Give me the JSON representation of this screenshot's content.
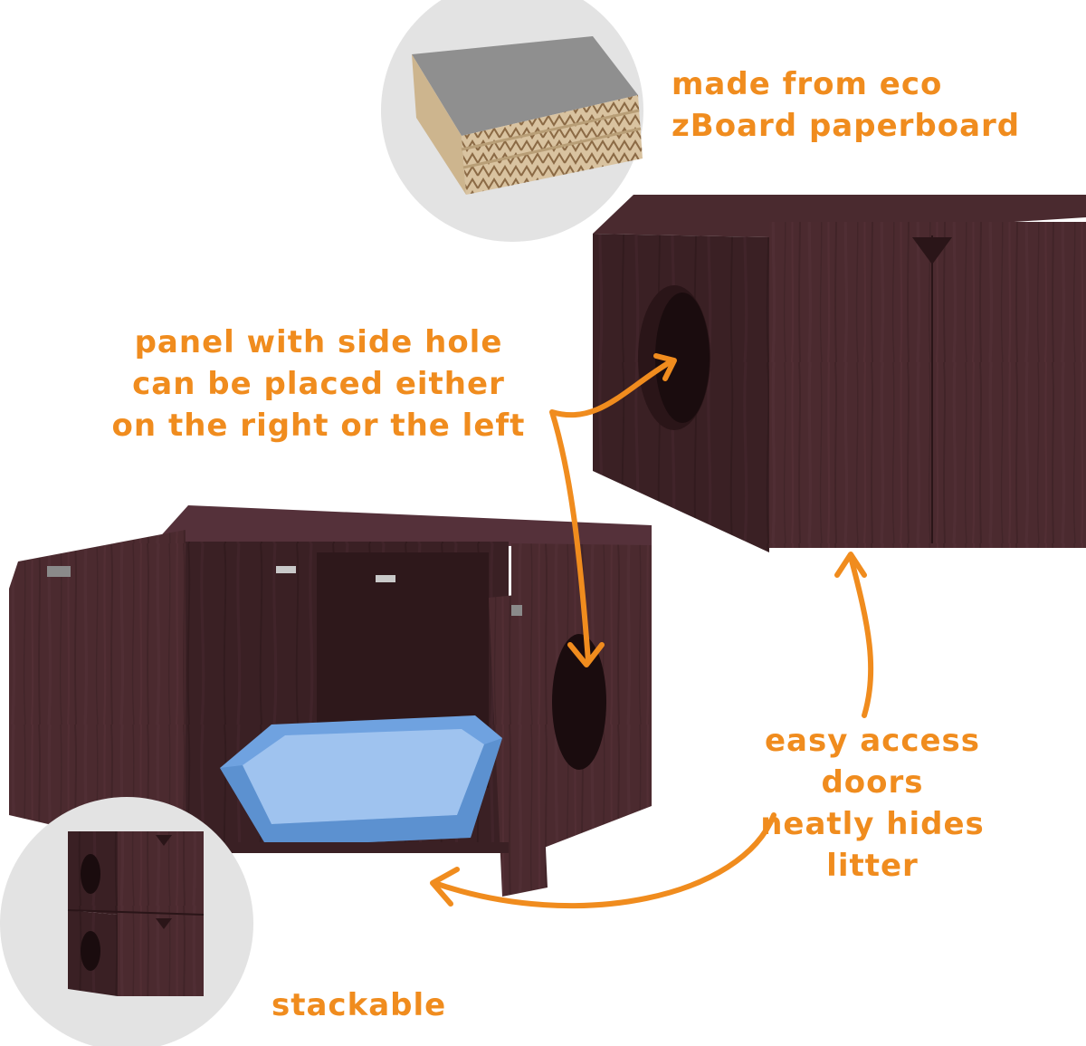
{
  "colors": {
    "accent": "#f08c1e",
    "wood_dark": "#3f2327",
    "wood_mid": "#4e2b30",
    "wood_light": "#5a3238",
    "litter_box": "#6fa2e0",
    "inset_bg": "#e6e6e6"
  },
  "callouts": {
    "eco": "made from eco\nzBoard paperboard",
    "panel": "panel with side hole\ncan be placed either\non the right or the left",
    "doors": "easy access doors\nneatly hides litter",
    "stackable": "stackable"
  },
  "icons": {
    "arrow": "curved-double-arrow-icon",
    "paperboard": "corrugated-paperboard-icon",
    "stack": "stacked-boxes-icon"
  }
}
